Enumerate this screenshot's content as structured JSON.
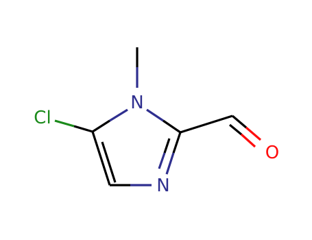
{
  "structure": {
    "atoms": {
      "chlorine": "Cl",
      "nitrogen_1": "N",
      "nitrogen_3": "N",
      "oxygen": "O"
    },
    "colors": {
      "bond": "#000000",
      "nitrogen": "#2f2f8f",
      "chlorine": "#1a8a1a",
      "oxygen": "#ff0d0d",
      "background": "#ffffff"
    }
  }
}
